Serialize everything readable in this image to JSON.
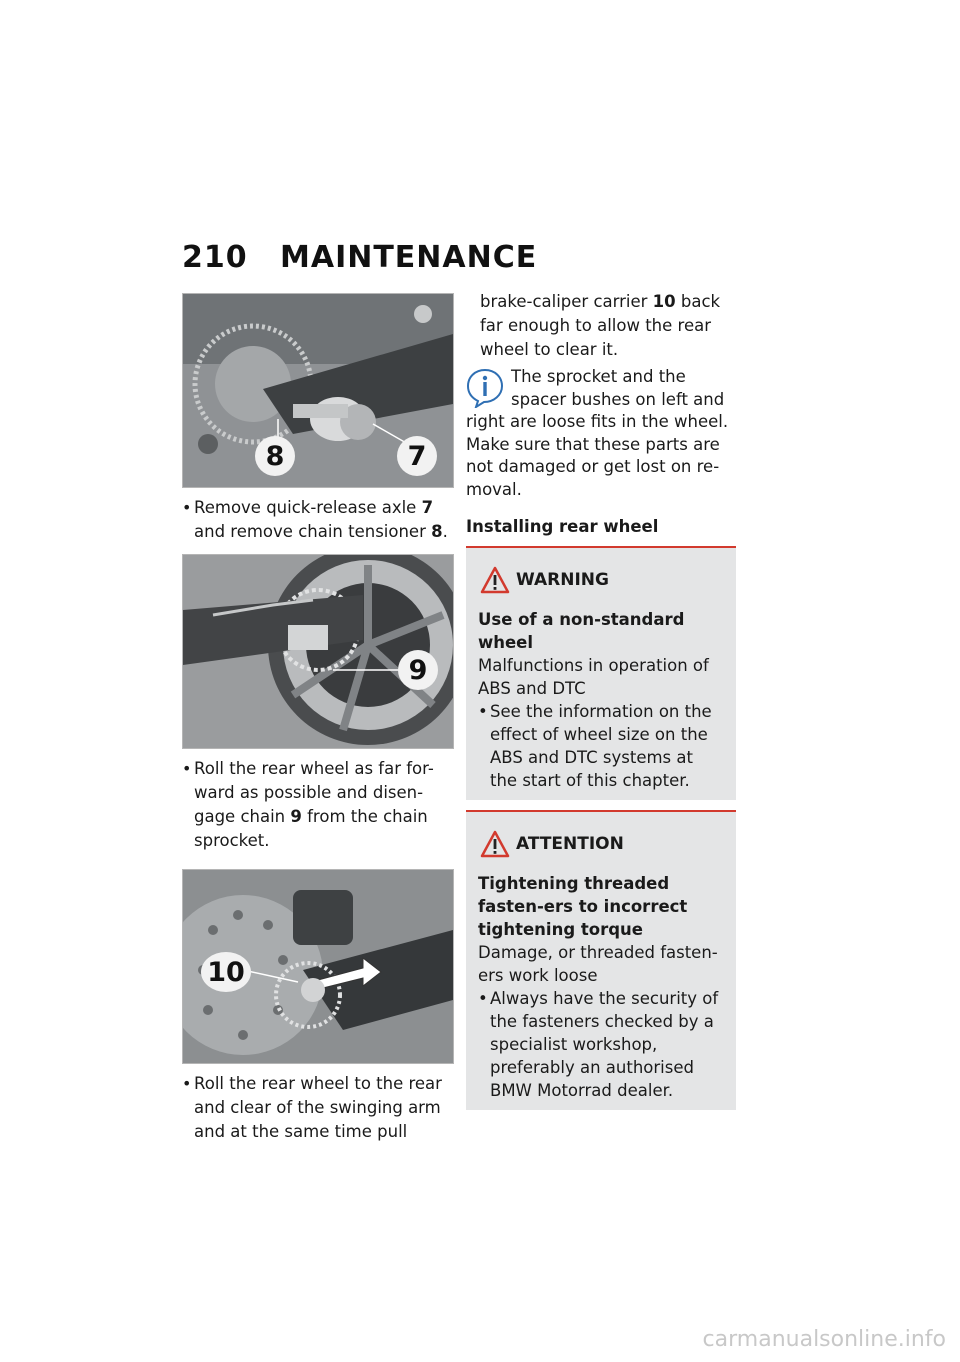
{
  "header": {
    "page_number": "210",
    "section": "MAINTENANCE"
  },
  "figures": {
    "fig1": {
      "labels": [
        "8",
        "7"
      ]
    },
    "fig2": {
      "labels": [
        "9"
      ]
    },
    "fig3": {
      "labels": [
        "10"
      ]
    }
  },
  "left": {
    "step1": {
      "pre": "Remove quick-release axle ",
      "ref1": "7",
      "mid": "and remove chain tensioner ",
      "ref2": "8",
      "post": "."
    },
    "step2": {
      "pre": "Roll the rear wheel as far for-ward as possible and disen-gage chain ",
      "ref": "9",
      "post": " from the chain sprocket."
    },
    "step3": {
      "text": "Roll the rear wheel to the rear and clear of the swinging arm and at the same time pull"
    }
  },
  "right": {
    "cont": {
      "pre": "brake-caliper carrier ",
      "ref": "10",
      "post": " back far enough to allow the rear wheel to clear it."
    },
    "note": {
      "line1": "The sprocket and the",
      "line2": "spacer bushes on left and",
      "rest": "right are loose fits in the wheel. Make sure that these parts are not damaged or get lost on re-moval."
    },
    "subhead": "Installing rear wheel",
    "warning": {
      "title": "WARNING",
      "heading": "Use of a non-standard wheel",
      "body": "Malfunctions in operation of ABS and DTC",
      "bullet": "See the information on the effect of wheel size on the ABS and DTC systems at the start of this chapter."
    },
    "attention": {
      "title": "ATTENTION",
      "heading": "Tightening threaded fasten-ers to incorrect tightening torque",
      "body": "Damage, or threaded fasten-ers work loose",
      "bullet": "Always have the security of the fasteners checked by a specialist workshop, preferably an authorised BMW Motorrad dealer."
    }
  },
  "footer": {
    "watermark": "carmanualsonline.info"
  }
}
